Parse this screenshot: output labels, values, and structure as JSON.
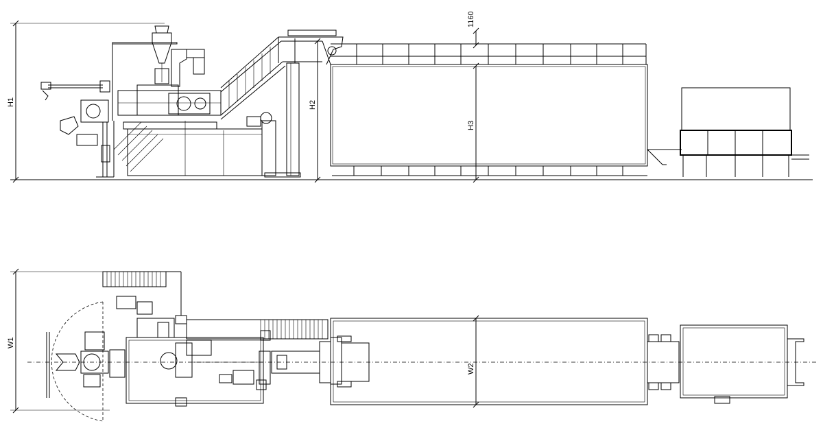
{
  "drawing": {
    "dimensions": {
      "h1": "H1",
      "h2": "H2",
      "h3": "H3",
      "top_clearance": "1160",
      "w1": "W1",
      "w2": "W2"
    },
    "colors": {
      "line": "#000000",
      "background": "#ffffff"
    }
  }
}
